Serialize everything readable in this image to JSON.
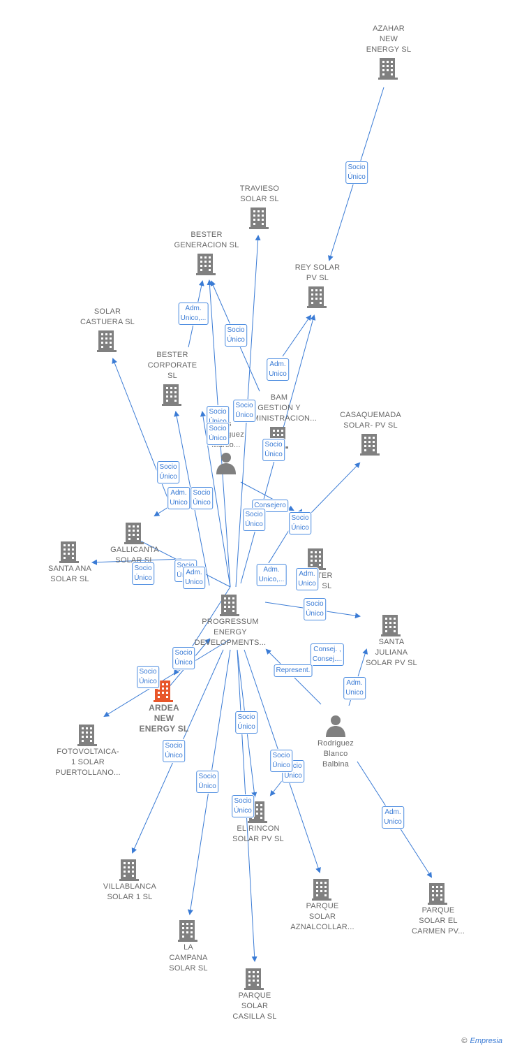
{
  "colors": {
    "edge": "#3a7bd5",
    "building": "#808080",
    "building_main": "#e8562a",
    "person": "#808080"
  },
  "nodes": [
    {
      "id": "azahar",
      "label": "AZAHAR\nNEW\nENERGY  SL",
      "type": "company"
    },
    {
      "id": "travieso",
      "label": "TRAVIESO\nSOLAR  SL",
      "type": "company"
    },
    {
      "id": "bester_gen",
      "label": "BESTER\nGENERACION SL",
      "type": "company"
    },
    {
      "id": "rey",
      "label": "REY SOLAR\nPV  SL",
      "type": "company"
    },
    {
      "id": "castuera",
      "label": "SOLAR\nCASTUERA  SL",
      "type": "company"
    },
    {
      "id": "bester_corp",
      "label": "BESTER\nCORPORATE\nSL",
      "type": "company"
    },
    {
      "id": "bam",
      "label": "BAM\nGESTION Y\nADMINISTRACION...",
      "type": "company"
    },
    {
      "id": "casaquemada",
      "label": "CASAQUEMADA\nSOLAR- PV  SL",
      "type": "company"
    },
    {
      "id": "person_marco",
      "label": "...s\nRodriguez\nMarco...",
      "type": "person"
    },
    {
      "id": "gallicanta",
      "label": "GALLICANTA\nSOLAR  SL",
      "type": "company"
    },
    {
      "id": "santa_ana",
      "label": "SANTA ANA\nSOLAR  SL",
      "type": "company"
    },
    {
      "id": "bester_bu",
      "label": "BESTER\nBU... SL",
      "type": "company"
    },
    {
      "id": "progressum",
      "label": "PROGRESSUM\nENERGY\nDEVELOPMENTS...",
      "type": "company"
    },
    {
      "id": "santa_juliana",
      "label": "SANTA\nJULIANA\nSOLAR PV  SL",
      "type": "company"
    },
    {
      "id": "ardea",
      "label": "ARDEA\nNEW\nENERGY  SL",
      "type": "main"
    },
    {
      "id": "fotovoltaica",
      "label": "FOTOVOLTAICA-\n1 SOLAR\nPUERTOLLANO...",
      "type": "company"
    },
    {
      "id": "person_balbina",
      "label": "Rodriguez\nBlanco\nBalbina",
      "type": "person"
    },
    {
      "id": "el_rincon",
      "label": "EL RINCON\nSOLAR PV  SL",
      "type": "company"
    },
    {
      "id": "villablanca",
      "label": "VILLABLANCA\nSOLAR 1  SL",
      "type": "company"
    },
    {
      "id": "aznalcollar",
      "label": "PARQUE\nSOLAR\nAZNALCOLLAR...",
      "type": "company"
    },
    {
      "id": "el_carmen",
      "label": "PARQUE\nSOLAR EL\nCARMEN PV...",
      "type": "company"
    },
    {
      "id": "la_campana",
      "label": "LA\nCAMPANA\nSOLAR  SL",
      "type": "company"
    },
    {
      "id": "casilla",
      "label": "PARQUE\nSOLAR\nCASILLA  SL",
      "type": "company"
    }
  ],
  "edge_labels": [
    "Socio\nÚnico",
    "Adm.\nUnico,...",
    "Socio\nÚnico",
    "Adm.\nUnico",
    "Socio\nÚnico",
    "Socio\nÚnico",
    "Socio\nÚnico",
    "Socio\nÚnico",
    "Socio\nÚnico",
    "Socio\nÚnico",
    "Adm.\nUnico",
    "Socio\nÚnico",
    "Consejero",
    "Socio\nÚnico",
    "Socio\nÚnico",
    "Socio\nÚnico",
    "Socio\nÚnico",
    "Adm.\nUnico",
    "Adm.\nUnico,...",
    "Adm.\nUnico",
    "Socio\nÚnico",
    "Consej. ,\nConsej....",
    "Represent.",
    "Adm.\nUnico",
    "Socio\nÚnico",
    "Socio\nÚnico",
    "Socio\nÚnico",
    "Socio\nÚnico",
    "Socio\nÚnico",
    "Adm.\nUnico",
    "Socio\nÚnico",
    "Socio\nÚnico",
    "Adm.\nUnico",
    "Socio\nÚnico",
    "Socio\nÚnico"
  ],
  "watermark": {
    "copyright": "©",
    "brand": "Empresia"
  }
}
